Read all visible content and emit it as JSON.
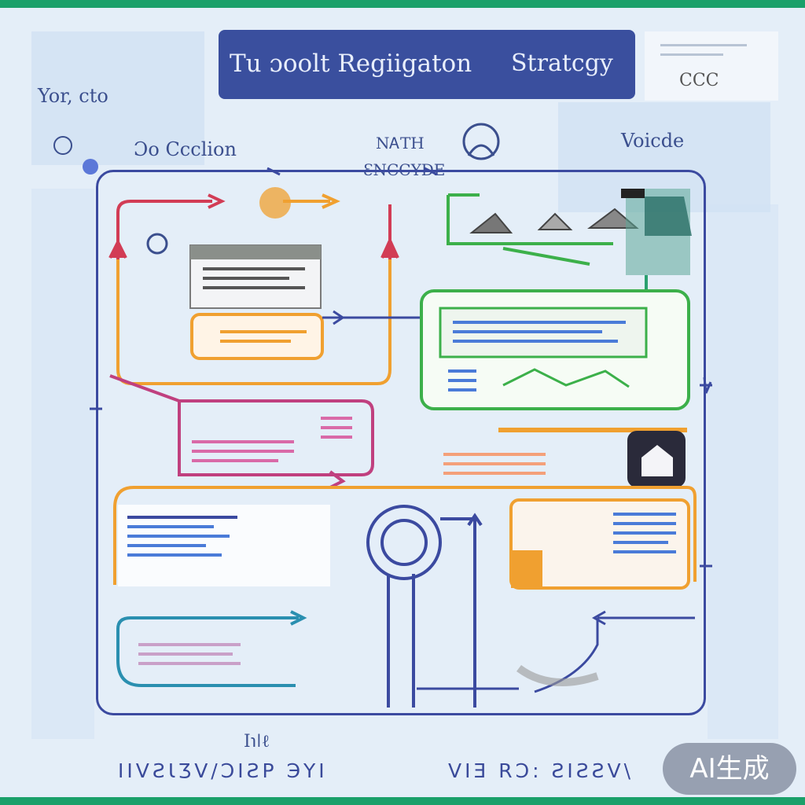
{
  "diagram": {
    "title_left": "Tu ɔoolt Regiigaton",
    "title_right": "Stratcgy",
    "labels": {
      "top_left": "Yor, cto",
      "section": "Ɔo Ccclion",
      "cycle_top": "NᎪTH",
      "cycle_bottom": "ƐNCCYDE",
      "top_right_box": "CCC",
      "right_note": "Voicde",
      "bottom_center": "I℩ǀℓ",
      "footer_left": "IIVƧƖƷV/ƆIƧP ЭYI",
      "footer_right": "VIƎ RƆ: ƧIƧƧV\\"
    },
    "badge": "AI生成"
  },
  "colors": {
    "frame": "#3b4aa0",
    "orange": "#f0a030",
    "red": "#d23c55",
    "green": "#3cb04a",
    "magenta": "#c0407f",
    "teal": "#2a8fb0",
    "top_bar": "#1aa06a"
  }
}
